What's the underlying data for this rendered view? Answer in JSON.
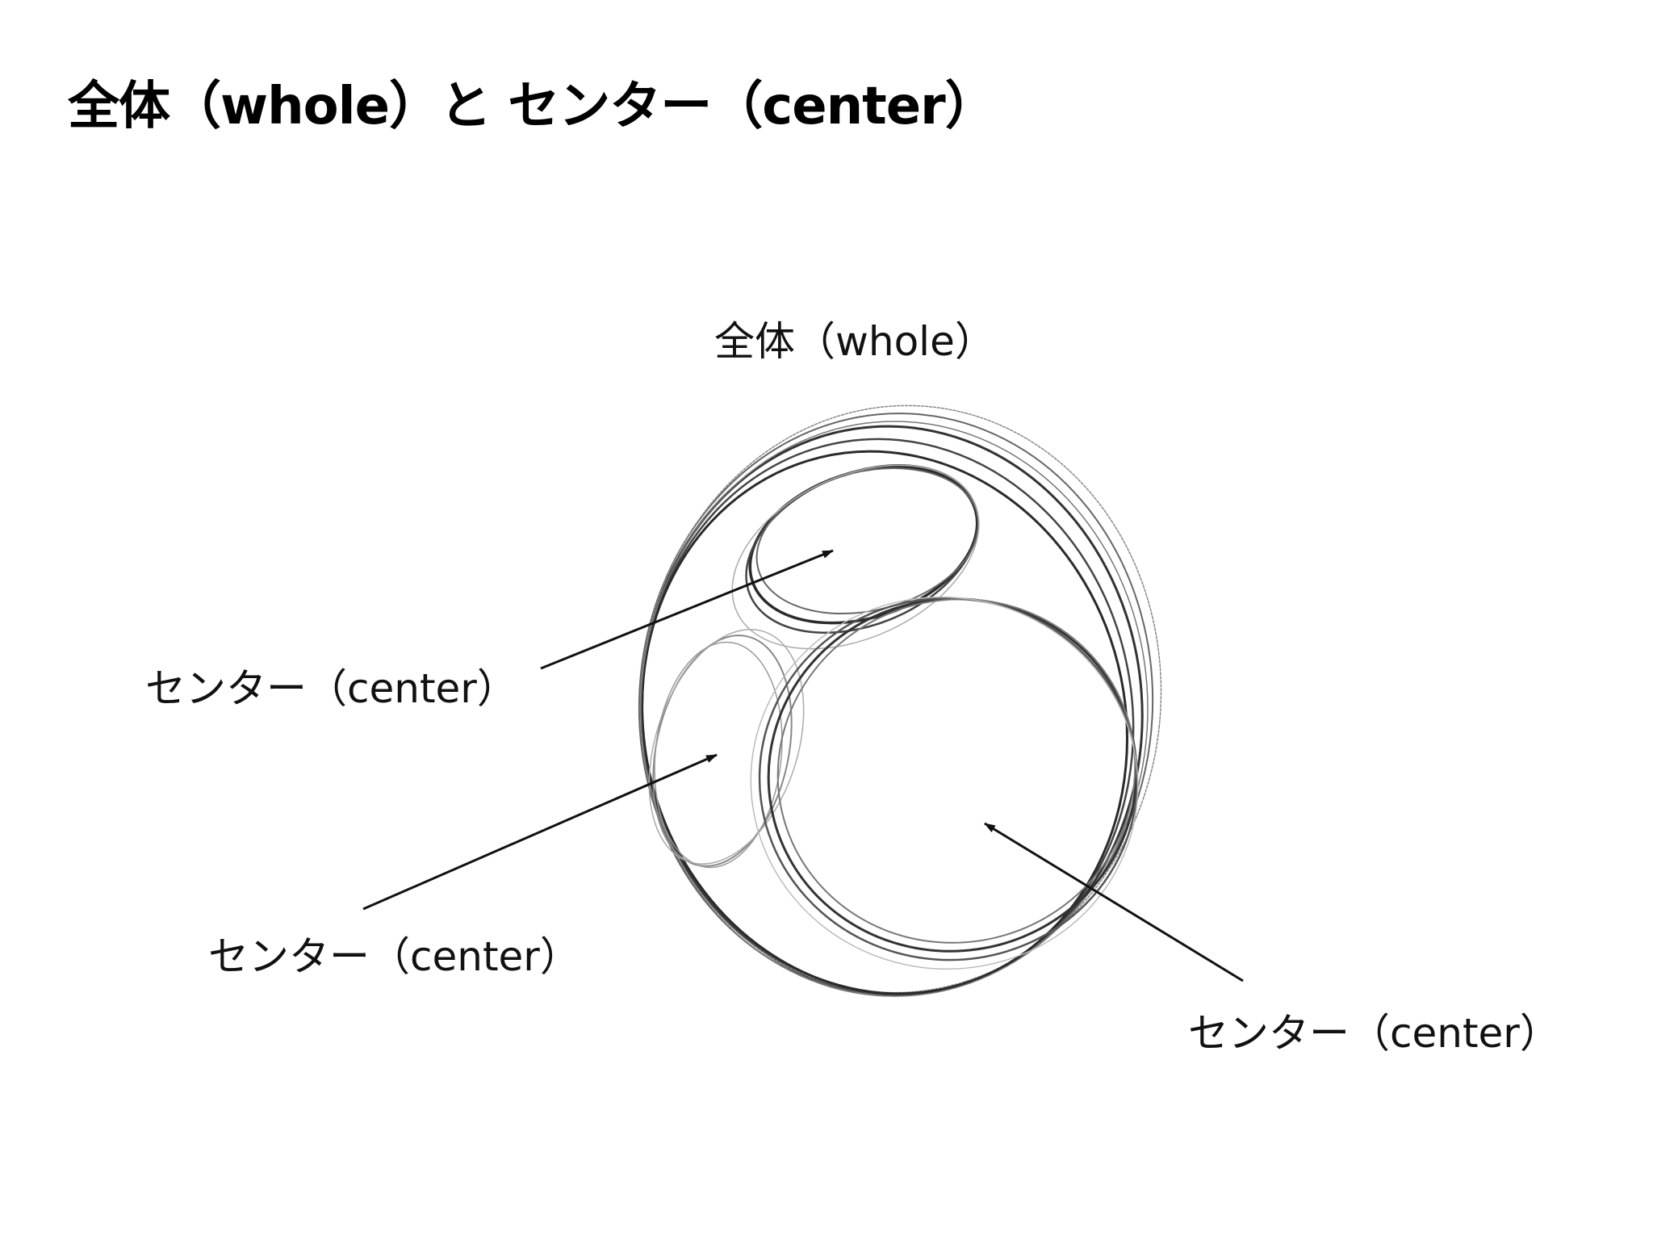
{
  "title": "全体（whole）と センター（center）",
  "labels": {
    "whole": "全体（whole）",
    "center_top": "センター（center）",
    "center_left": "センター（center）",
    "center_right": "センター（center）"
  },
  "colors": {
    "pencil_dark": "#2a2a2a",
    "pencil_mid": "#555555",
    "pencil_light": "#9a9a9a",
    "arrow": "#111111"
  }
}
